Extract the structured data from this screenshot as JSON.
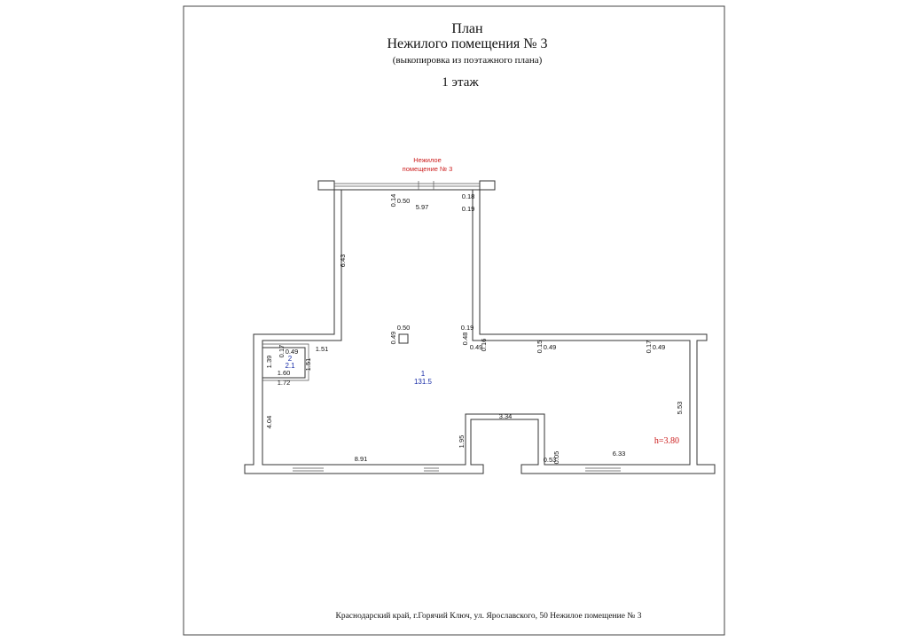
{
  "header": {
    "title": "План",
    "subtitle": "Нежилого помещения № 3",
    "note": "(выкопировка из поэтажного плана)",
    "floor": "1 этаж"
  },
  "plan": {
    "premises_label_line1": "Нежилое",
    "premises_label_line2": "помещение № 3",
    "height_label": "h=3.80",
    "rooms": [
      {
        "number": "1",
        "area": "131.5"
      },
      {
        "number": "2",
        "area": "2.1"
      }
    ],
    "dimensions": [
      "0.14",
      "0.50",
      "5.97",
      "0.18",
      "0.19",
      "6.43",
      "0.50",
      "0.49",
      "0.19",
      "0.48",
      "0.49",
      "0.16",
      "0.15",
      "0.49",
      "0.17",
      "0.49",
      "1.39",
      "0.17",
      "0.49",
      "1.51",
      "1.51",
      "1.60",
      "1.72",
      "4.04",
      "8.91",
      "1.95",
      "3.34",
      "5.53",
      "0.53",
      "0.05",
      "6.33"
    ]
  },
  "footer": {
    "address": "Краснодарский край, г.Горячий Ключ, ул. Ярославского, 50 Нежилое помещение № 3"
  }
}
